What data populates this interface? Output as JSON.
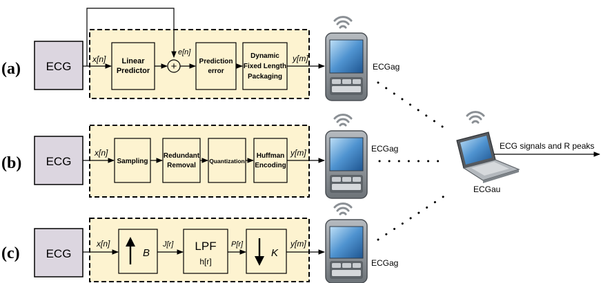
{
  "colors": {
    "ecg_box_fill": "#dcd6e0",
    "panel_fill": "#fdf3d0",
    "block_fill": "#fdf3d0",
    "stroke": "#000000",
    "device_body": "#8e949a",
    "device_screen": "#3e7fbf"
  },
  "icons": {
    "gateway": "tablet-gateway-icon",
    "wireless": "wifi-icon",
    "laptop": "laptop-icon"
  },
  "rows": [
    {
      "label": "(a)",
      "ecg": "ECG",
      "input_signal": "x[n]",
      "blocks": [
        {
          "lines": [
            "Linear",
            "Predictor"
          ]
        },
        {
          "lines": [
            "Prediction",
            "error"
          ]
        },
        {
          "lines": [
            "Dynamic",
            "Fixed Length",
            "Packaging"
          ]
        }
      ],
      "summer_symbol": "+",
      "error_signal": "e[n]",
      "output_signal": "y[m]",
      "gateway_label": "ECGag"
    },
    {
      "label": "(b)",
      "ecg": "ECG",
      "input_signal": "x[n]",
      "blocks": [
        {
          "lines": [
            "Sampling"
          ]
        },
        {
          "lines": [
            "Redundant",
            "Removal"
          ]
        },
        {
          "lines": [
            "Quantization"
          ]
        },
        {
          "lines": [
            "Huffman",
            "Encoding"
          ]
        }
      ],
      "output_signal": "y[m]",
      "gateway_label": "ECGag"
    },
    {
      "label": "(c)",
      "ecg": "ECG",
      "input_signal": "x[n]",
      "upsample_factor": "B",
      "upsample_output": "J[r]",
      "lpf_title": "LPF",
      "lpf_response": "h[r]",
      "lpf_output": "P[r]",
      "downsample_factor": "K",
      "output_signal": "y[m]",
      "gateway_label": "ECGag"
    }
  ],
  "aggregator": {
    "label": "ECGau",
    "output": "ECG signals and R peaks"
  }
}
